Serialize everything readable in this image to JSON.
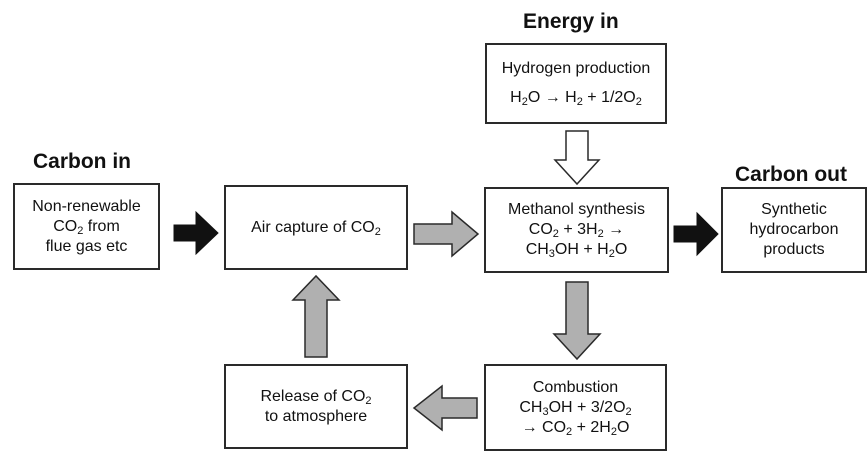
{
  "headings": {
    "energy_in": "Energy in",
    "carbon_in": "Carbon in",
    "carbon_out": "Carbon out"
  },
  "boxes": {
    "hydrogen": {
      "title": "Hydrogen production",
      "equation": [
        "H",
        "2",
        "O → H",
        "2",
        " + 1/2O",
        "2"
      ]
    },
    "nonrenewable": {
      "lines": [
        "Non-renewable",
        [
          "CO",
          "2",
          " from"
        ],
        "flue gas etc"
      ]
    },
    "air_capture": {
      "label": [
        "Air capture of CO",
        "2"
      ]
    },
    "methanol": {
      "title": "Methanol synthesis",
      "eq1": [
        "CO",
        "2",
        " + 3H",
        "2",
        " →"
      ],
      "eq2": [
        "CH",
        "3",
        "OH + H",
        "2",
        "O"
      ]
    },
    "synthetic": {
      "lines": [
        "Synthetic",
        "hydrocarbon",
        "products"
      ]
    },
    "release": {
      "line1": [
        "Release of CO",
        "2"
      ],
      "line2": "to atmosphere"
    },
    "combustion": {
      "title": "Combustion",
      "eq1": [
        "CH",
        "3",
        "OH + 3/2O",
        "2"
      ],
      "eq2": [
        "→ CO",
        "2",
        " + 2H",
        "2",
        "O"
      ]
    }
  },
  "colors": {
    "border": "#2a2a2a",
    "arrow_black": "#111111",
    "arrow_gray": "#b0b0b0",
    "arrow_white": "#ffffff"
  }
}
